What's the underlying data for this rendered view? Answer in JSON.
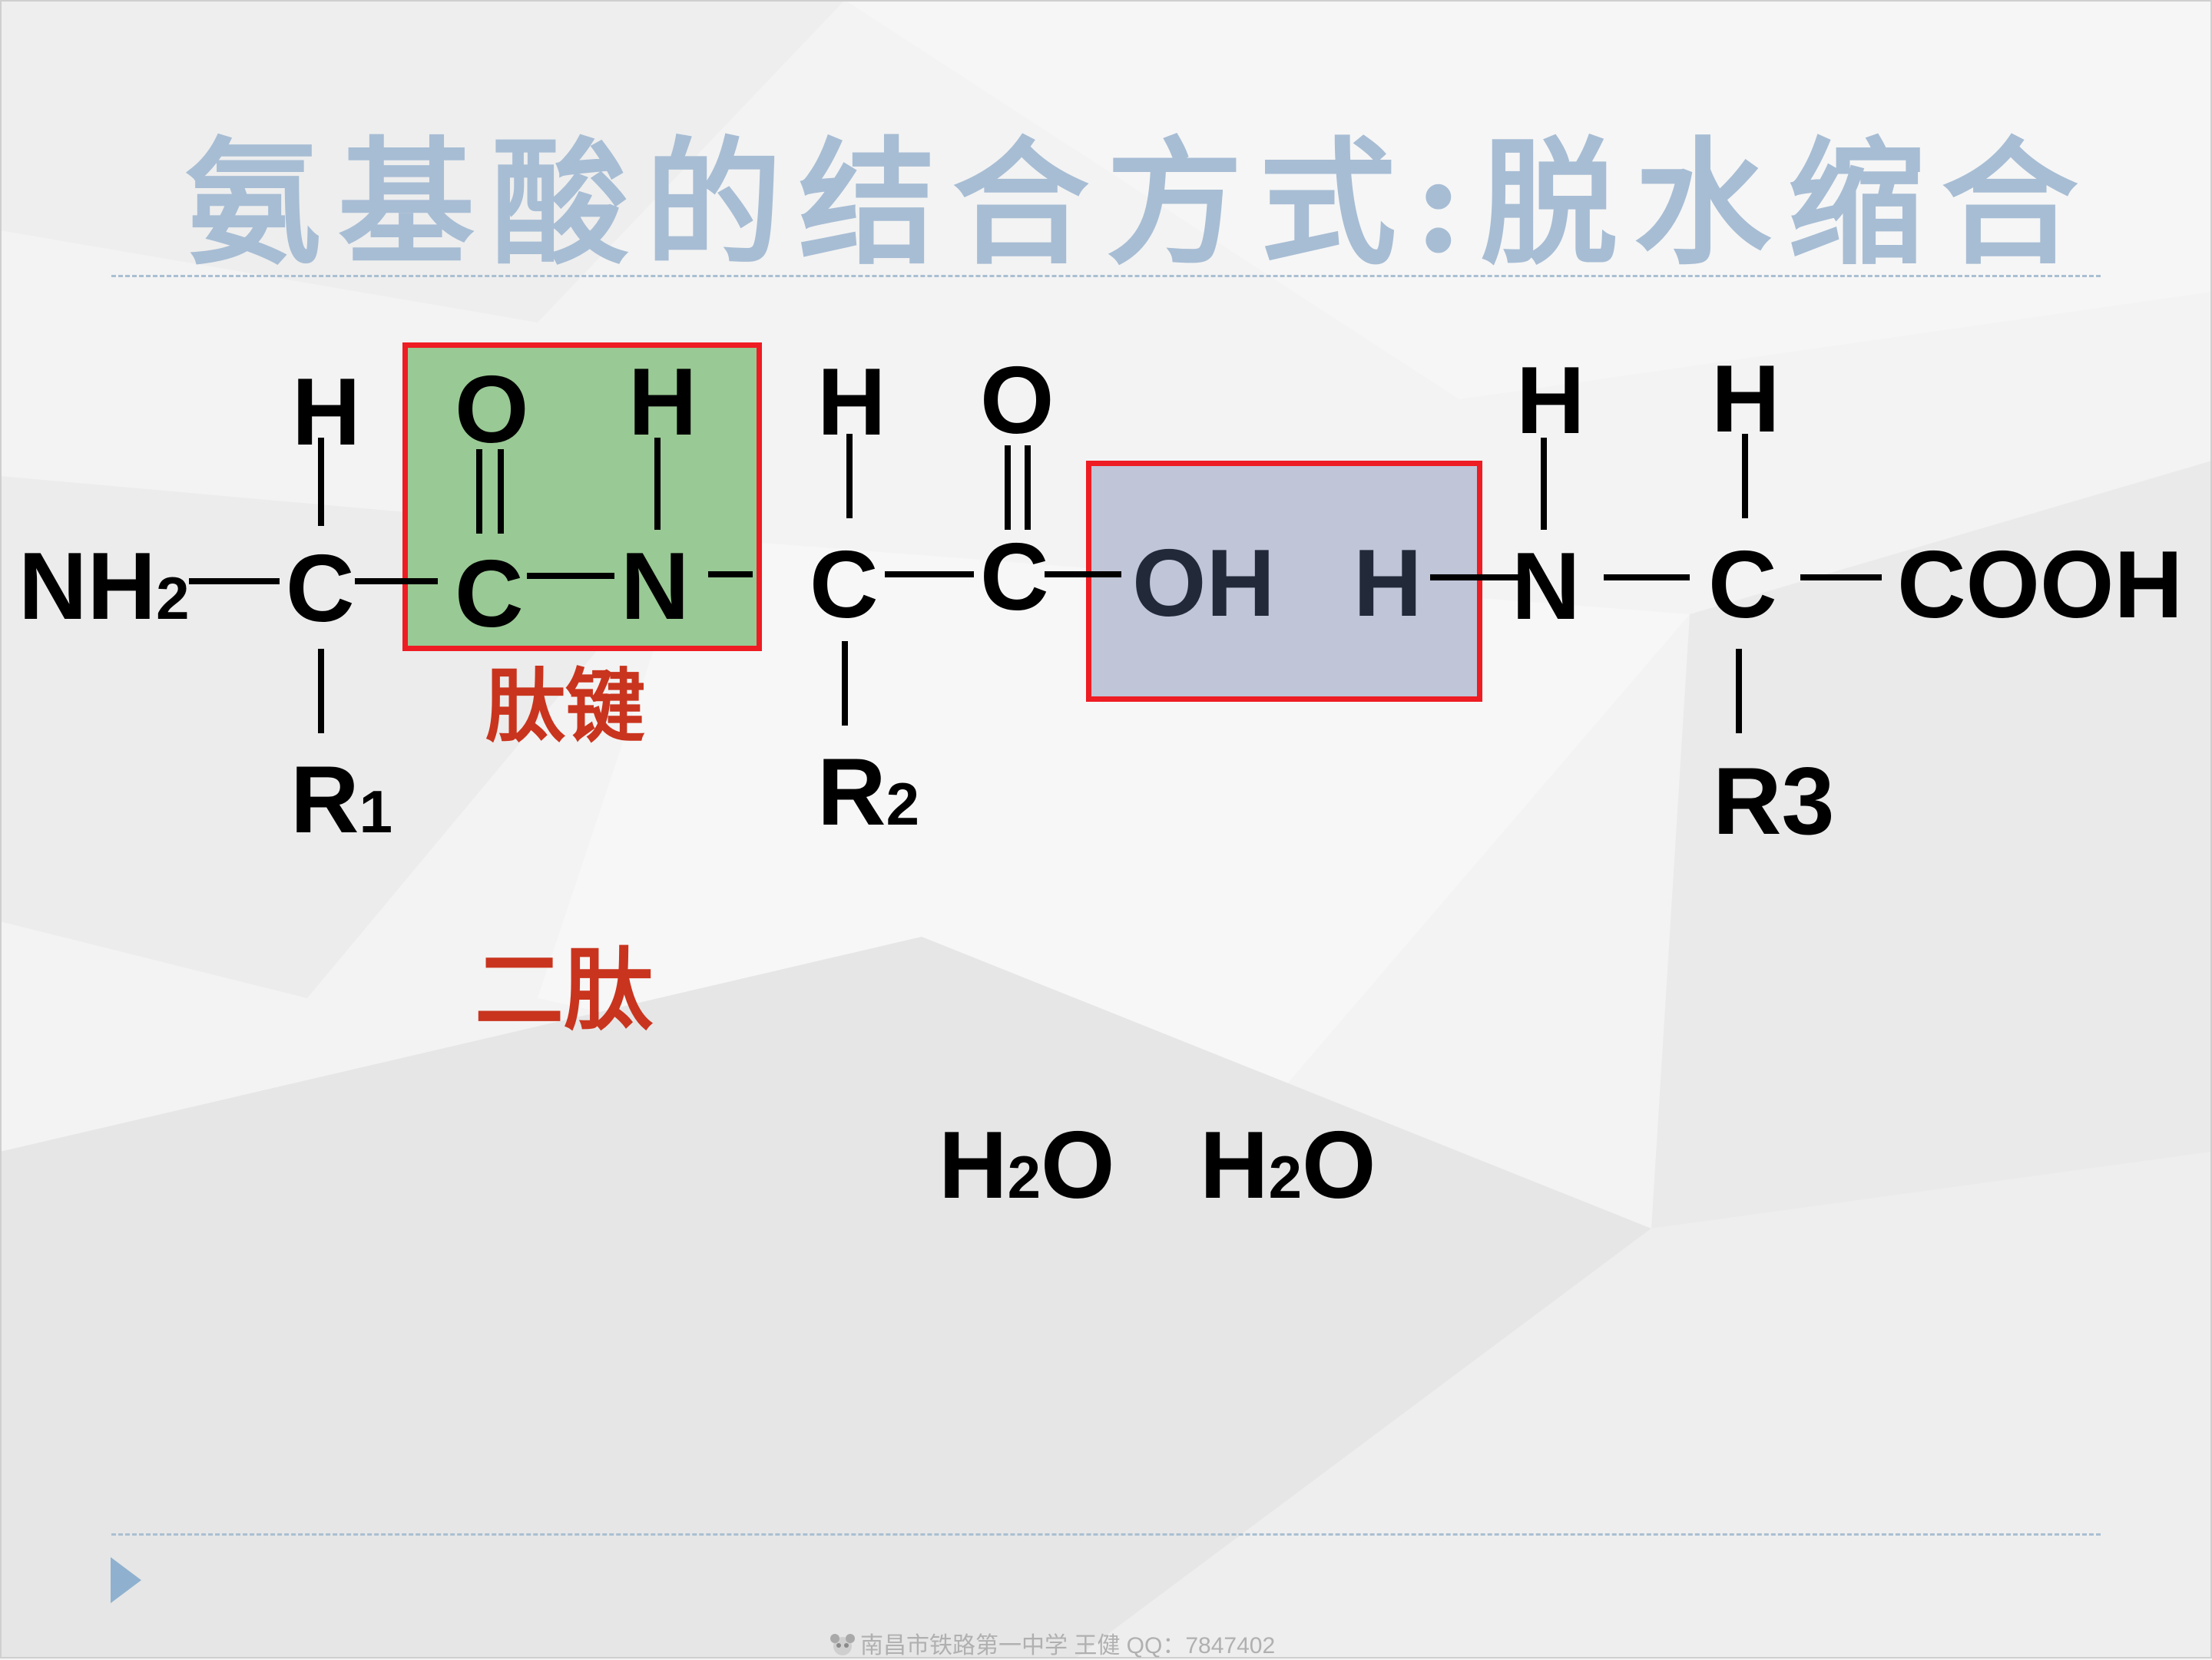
{
  "slide": {
    "title": "氨基酸的结合方式:脱水缩合",
    "label_peptide_bond": "肽键",
    "label_dipeptide": "二肽",
    "water": [
      {
        "main": "H",
        "sub": "2",
        "end": "O"
      },
      {
        "main": "H",
        "sub": "2",
        "end": "O"
      }
    ],
    "footer": "南昌市铁路第一中学 王健 QQ：7847402",
    "icons": [
      "nav-triangle-icon",
      "panda-logo-icon"
    ],
    "colors": {
      "title": "#a7bdd4",
      "box_border": "#ee1c23",
      "box_green": "#99c994",
      "box_blue": "#c0c5d8",
      "red_text": "#c9341e"
    }
  },
  "molecule": {
    "nh2": {
      "main": "NH",
      "sub": "2"
    },
    "h1": "H",
    "c1": "C",
    "r1": {
      "main": "R",
      "sub": "1"
    },
    "o1": "O",
    "c2": "C",
    "h2": "H",
    "n1": "N",
    "h3": "H",
    "c3": "C",
    "r2": {
      "main": "R",
      "sub": "2"
    },
    "o2": "O",
    "c4": "C",
    "oh": "OH",
    "h4": "H",
    "h5": "H",
    "n2": "N",
    "h6": "H",
    "c5": "C",
    "r3": "R3",
    "cooh": "COOH"
  }
}
